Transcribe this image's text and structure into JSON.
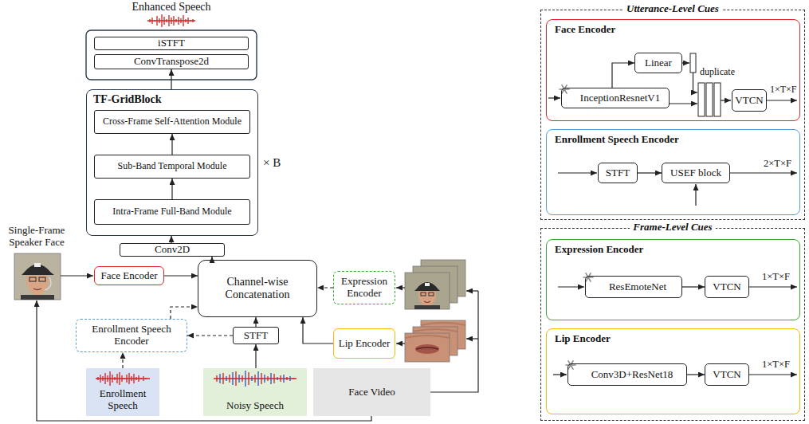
{
  "diagram": {
    "nodes": [
      {
        "text": [
          "iSTFT"
        ]
      },
      {
        "text": [
          "ConvTranspose2d"
        ]
      },
      {
        "text": [
          "TF-GridBlock"
        ]
      },
      {
        "text": [
          "Cross-Frame Self-Attention Module"
        ],
        "in": 2
      },
      {
        "text": [
          "Sub-Band Temporal Module"
        ],
        "in": 2
      },
      {
        "text": [
          "Intra-Frame Full-Band Module"
        ],
        "in": 2
      },
      {
        "text": [
          "Conv2D"
        ]
      },
      {
        "text": [
          "Face Encoder"
        ]
      },
      {
        "text": [
          "Channel-wise Concatenation"
        ]
      },
      {
        "text": [
          "Expression Encoder"
        ]
      },
      {
        "text": [
          "Enrollment Speech Encoder"
        ]
      },
      {
        "text": [
          "STFT"
        ]
      },
      {
        "text": [
          "Lip Encoder"
        ]
      },
      {
        "text": [
          "Enrollment Speech"
        ]
      },
      {
        "text": [
          "Noisy Speech"
        ]
      },
      {
        "text": [
          "Face Video"
        ]
      },
      {
        "text": [
          "Utterance-Level Cues"
        ]
      },
      {
        "text": [
          "Face Encoder"
        ],
        "in": 16
      },
      {
        "text": [
          "InceptionResnetV1"
        ],
        "in": 17
      },
      {
        "text": [
          "Linear"
        ],
        "in": 17
      },
      {
        "text": [
          "VTCN"
        ],
        "in": 17
      },
      {
        "text": [
          "Enrollment Speech Encoder"
        ],
        "in": 16
      },
      {
        "text": [
          "STFT"
        ],
        "in": 21
      },
      {
        "text": [
          "USEF block"
        ],
        "in": 21
      },
      {
        "text": [
          "Frame-Level Cues"
        ]
      },
      {
        "text": [
          "Expression Encoder"
        ],
        "in": 24
      },
      {
        "text": [
          "ResEmoteNet"
        ],
        "in": 25
      },
      {
        "text": [
          "VTCN"
        ],
        "in": 25
      },
      {
        "text": [
          "Lip Encoder"
        ],
        "in": 24
      },
      {
        "text": [
          "Conv3D+ResNet18"
        ],
        "in": 28
      },
      {
        "text": [
          "VTCN"
        ],
        "in": 28
      }
    ],
    "edges": [
      {
        "from": 2,
        "to": 1,
        "arrow": "to"
      },
      {
        "from": 5,
        "to": 4,
        "arrow": "to"
      },
      {
        "from": 4,
        "to": 3,
        "arrow": "to"
      },
      {
        "from": 6,
        "to": 2,
        "arrow": "to"
      },
      {
        "from": 8,
        "to": 6,
        "arrow": "to"
      },
      {
        "from": 7,
        "to": 8,
        "arrow": "to"
      },
      {
        "from": 9,
        "to": 8,
        "arrow": "to"
      },
      {
        "from": 10,
        "to": 8,
        "arrow": "to"
      },
      {
        "from": 11,
        "to": 8,
        "arrow": "to"
      },
      {
        "from": 11,
        "to": 10,
        "arrow": "to"
      },
      {
        "from": 12,
        "to": 8,
        "arrow": "to"
      },
      {
        "from": 14,
        "to": 11,
        "arrow": "to"
      },
      {
        "from": 13,
        "to": 10,
        "arrow": "to"
      },
      {
        "from": 18,
        "to": 19,
        "arrow": "to"
      },
      {
        "from": 22,
        "to": 23,
        "arrow": "to"
      },
      {
        "from": 26,
        "to": 27,
        "arrow": "to"
      },
      {
        "from": 29,
        "to": 30,
        "arrow": "to"
      }
    ],
    "labels": [
      "Enhanced Speech",
      "Single-Frame Speaker Face",
      "× B",
      "duplicate",
      "1×T×F",
      "2×T×F",
      "1×T×F",
      "1×T×F"
    ]
  }
}
